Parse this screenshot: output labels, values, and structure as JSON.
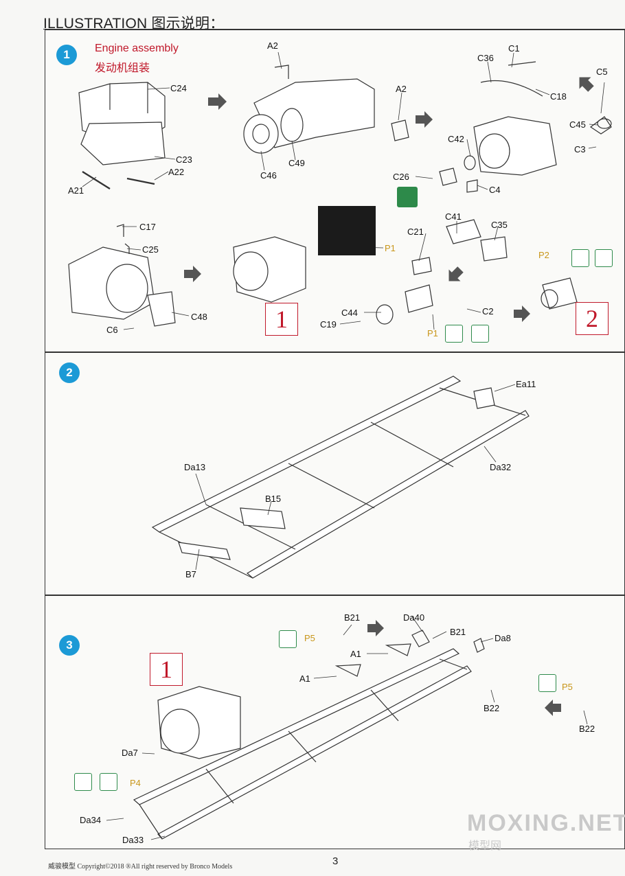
{
  "header": {
    "title": "ILLUSTRATION 图示说明："
  },
  "steps": [
    {
      "number": "1",
      "title_en": "Engine assembly",
      "title_cn": "发动机组装"
    },
    {
      "number": "2"
    },
    {
      "number": "3"
    }
  ],
  "refs": {
    "r1": "1",
    "r2": "2",
    "r3": "1"
  },
  "labels": {
    "C24": "C24",
    "C23": "C23",
    "A21": "A21",
    "A22": "A22",
    "A2a": "A2",
    "A2b": "A2",
    "C46": "C46",
    "C49": "C49",
    "C36": "C36",
    "C1": "C1",
    "C18": "C18",
    "C5": "C5",
    "C45": "C45",
    "C3": "C3",
    "C42": "C42",
    "C26": "C26",
    "C4": "C4",
    "C17": "C17",
    "C25": "C25",
    "C48": "C48",
    "C6": "C6",
    "P1a": "P1",
    "C41": "C41",
    "C35": "C35",
    "C21": "C21",
    "C44": "C44",
    "C19": "C19",
    "P1b": "P1",
    "C2": "C2",
    "P2": "P2",
    "Ea11": "Ea11",
    "Da13": "Da13",
    "B15": "B15",
    "Da32": "Da32",
    "B7": "B7",
    "B21a": "B21",
    "P5a": "P5",
    "Da40": "Da40",
    "B21b": "B21",
    "Da8": "Da8",
    "A1a": "A1",
    "A1b": "A1",
    "B22a": "B22",
    "P5b": "P5",
    "B22b": "B22",
    "Da7": "Da7",
    "P4": "P4",
    "Da34": "Da34",
    "Da33": "Da33"
  },
  "footer": {
    "text": "威骏模型  Copyright©2018  ®All right reserved by Bronco Models",
    "page": "3"
  },
  "watermark": {
    "main": "MOXING.NET",
    "sub": "模型网"
  },
  "colors": {
    "step_blue": "#1c9ad6",
    "ref_red": "#c0182a",
    "paint_gold": "#c8961a",
    "icon_green": "#2d8a4a"
  }
}
